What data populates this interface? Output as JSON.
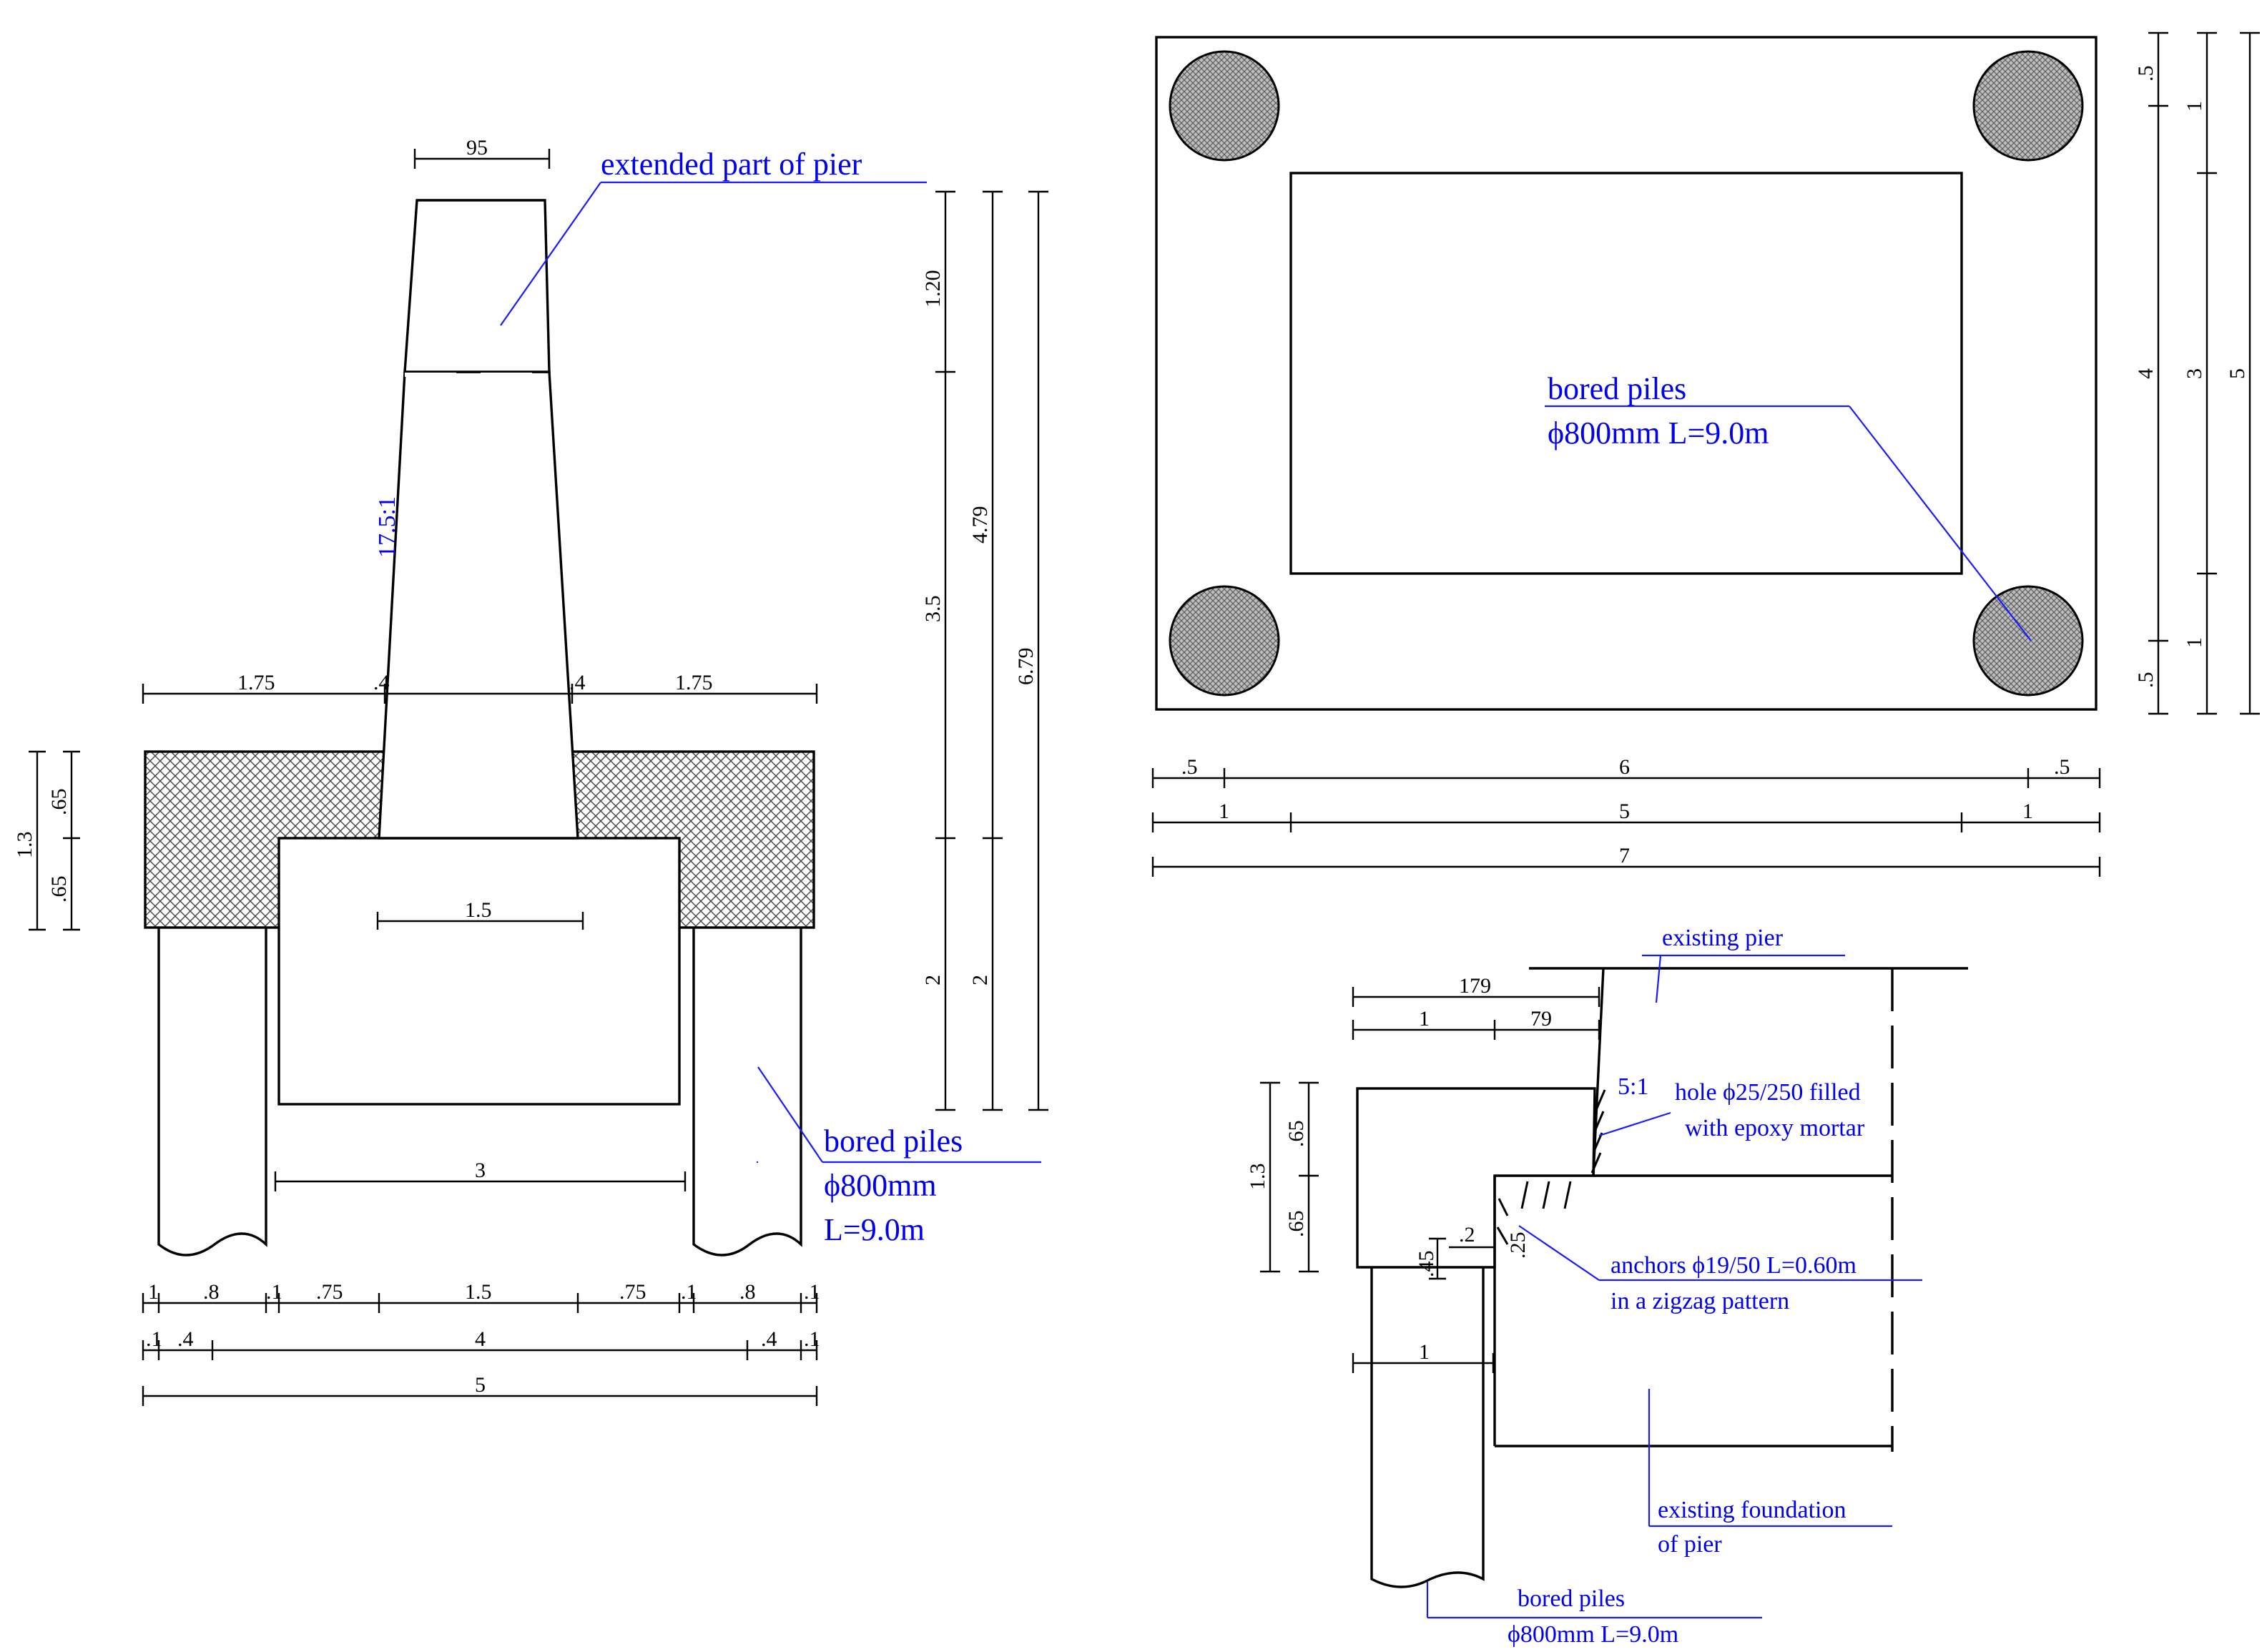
{
  "labels": {
    "extended_part": "extended part of pier",
    "bored_piles_left_1": "bored piles",
    "bored_piles_left_2": "ϕ800mm",
    "bored_piles_left_3": "L=9.0m",
    "bored_piles_plan_1": "bored piles",
    "bored_piles_plan_2": "ϕ800mm  L=9.0m",
    "existing_pier": "existing pier",
    "hole_1": "hole ϕ25/250 filled",
    "hole_2": "with epoxy mortar",
    "anchors_1": "anchors ϕ19/50  L=0.60m",
    "anchors_2": "in a zigzag pattern",
    "existing_foundation_1": "existing foundation",
    "existing_foundation_2": "of pier",
    "bored_piles_detail_1": "bored piles",
    "bored_piles_detail_2": "ϕ800mm  L=9.0m",
    "slope_ratio": "17.5:1",
    "slope_small": "5:1"
  },
  "elevation_dims": {
    "top_width": "95",
    "left_overhang": "1.75",
    "right_overhang": "1.75",
    "left_small": ".4",
    "right_small": ".4",
    "inner_width": "1.5",
    "pile_span": "3",
    "height_total_cap": "1.3",
    "height_upper": ".65",
    "height_lower": ".65",
    "row1": [
      "1",
      ".8",
      ".1",
      ".75",
      "1.5",
      ".75",
      ".1",
      ".8",
      ".1"
    ],
    "row2": [
      ".1",
      ".4",
      "4",
      ".4",
      ".1"
    ],
    "row3": "5",
    "v_120": "1.20",
    "v_35": "3.5",
    "v_2a": "2",
    "v_479": "4.79",
    "v_2b": "2",
    "v_679": "6.79"
  },
  "plan_dims": {
    "row1": [
      ".5",
      "6",
      ".5"
    ],
    "row2": [
      "1",
      "5",
      "1"
    ],
    "row3": "7",
    "col1": [
      ".5",
      "4",
      ".5"
    ],
    "col2": [
      "1",
      "3",
      "1"
    ],
    "col3": "5"
  },
  "detail_dims": {
    "d179": "179",
    "d1": "1",
    "d79": "79",
    "d13": "1.3",
    "d65a": ".65",
    "d65b": ".65",
    "d45": ".45",
    "d2": ".2",
    "d25": ".25",
    "d_pile": "1"
  }
}
